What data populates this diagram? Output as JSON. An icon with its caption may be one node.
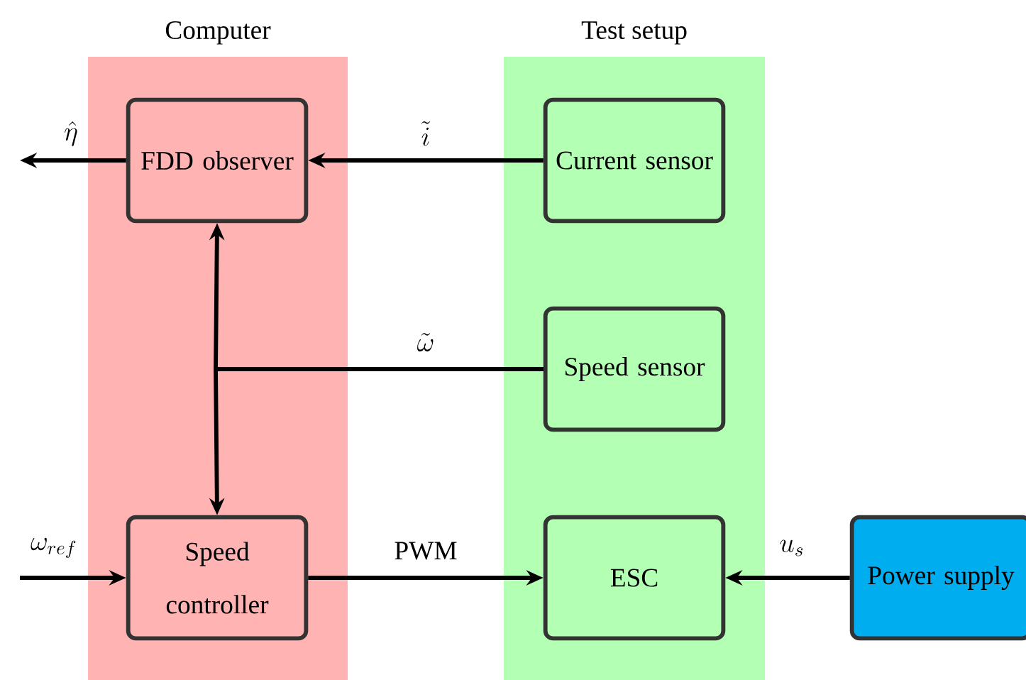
{
  "diagram": {
    "nodes": [
      {
        "text": [
          "Computer"
        ]
      },
      {
        "text": [
          "Test setup"
        ]
      },
      {
        "text": [
          "FDD observer"
        ],
        "in": 0
      },
      {
        "text": [
          "Speed controller"
        ],
        "in": 0
      },
      {
        "text": [
          "Current sensor"
        ],
        "in": 1
      },
      {
        "text": [
          "Speed sensor"
        ],
        "in": 1
      },
      {
        "text": [
          "ESC"
        ],
        "in": 1
      },
      {
        "text": [
          "Power supply"
        ]
      }
    ],
    "edges": [
      {
        "from": 2,
        "to": null,
        "arrow": "to",
        "label": "\\hat{\\eta}"
      },
      {
        "from": 4,
        "to": 2,
        "arrow": "to",
        "label": "\\tilde{i}"
      },
      {
        "from": 5,
        "to": 2,
        "arrow": "to",
        "label": "\\tilde{\\omega}"
      },
      {
        "from": 5,
        "to": 3,
        "arrow": "to"
      },
      {
        "from": null,
        "to": 3,
        "arrow": "to",
        "label": "\\omega_{ref}"
      },
      {
        "from": 3,
        "to": 6,
        "arrow": "to",
        "label": "PWM"
      },
      {
        "from": 7,
        "to": 6,
        "arrow": "to",
        "label": "u_s"
      }
    ]
  }
}
